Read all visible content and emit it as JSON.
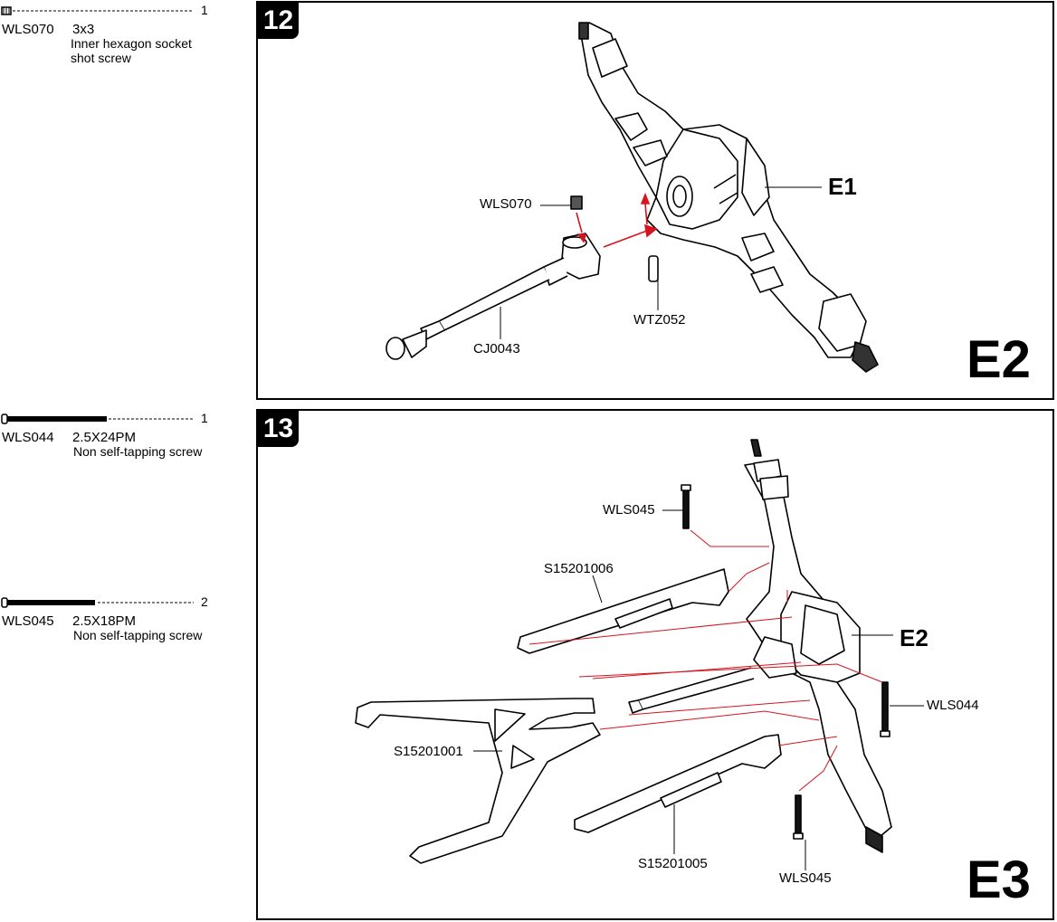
{
  "parts": [
    {
      "code": "WLS070",
      "size": "3x3",
      "desc": "Inner hexagon socket\nshot screw",
      "qty": "1"
    },
    {
      "code": "WLS044",
      "size": "2.5X24PM",
      "desc": "Non self-tapping screw",
      "qty": "1"
    },
    {
      "code": "WLS045",
      "size": "2.5X18PM",
      "desc": "Non self-tapping screw",
      "qty": "2"
    }
  ],
  "step12": {
    "number": "12",
    "assembly_label": "E2",
    "callouts": {
      "e1": "E1",
      "wls070": "WLS070",
      "wtz052": "WTZ052",
      "cj0043": "CJ0043"
    }
  },
  "step13": {
    "number": "13",
    "assembly_label": "E3",
    "callouts": {
      "wls045_top": "WLS045",
      "s15201006": "S15201006",
      "e2": "E2",
      "wls044": "WLS044",
      "s15201001": "S15201001",
      "s15201005": "S15201005",
      "wls045_bottom": "WLS045"
    }
  },
  "colors": {
    "arrow": "#d6141e",
    "ink": "#000000"
  }
}
